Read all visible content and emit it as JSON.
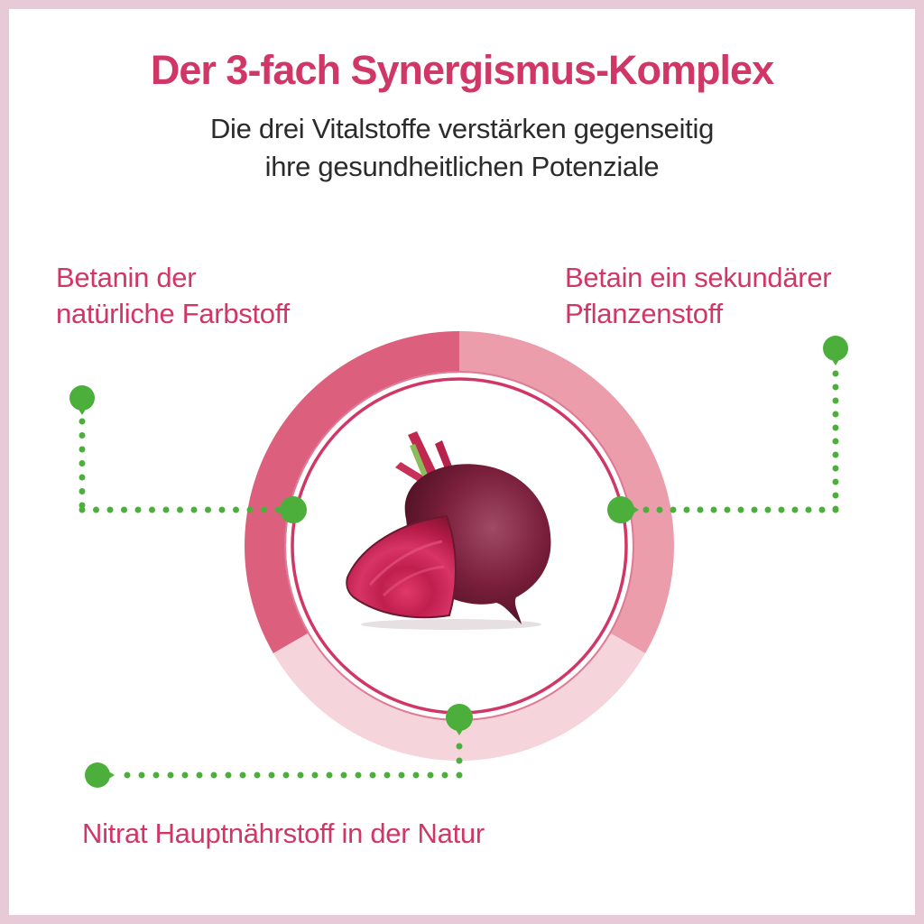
{
  "header": {
    "title": "Der 3-fach Synergismus-Komplex",
    "subtitle_line1": "Die drei Vitalstoffe verstärken gegenseitig",
    "subtitle_line2": "ihre gesundheitlichen Potenziale"
  },
  "labels": {
    "betanin_line1": "Betanin der",
    "betanin_line2": "natürliche Farbstoff",
    "betain_line1": "Betain ein sekundärer",
    "betain_line2": "Pflanzenstoff",
    "nitrat": "Nitrat Hauptnährstoff in der Natur"
  },
  "ring": {
    "segments": [
      {
        "name": "Betanin",
        "color": "#dc5f7e"
      },
      {
        "name": "Betain",
        "color": "#eb9dab"
      },
      {
        "name": "Nitrat",
        "color": "#f6d4db"
      }
    ],
    "inner_line_color": "#d13766"
  },
  "colors": {
    "accent": "#d13766",
    "connector": "#4caf3c",
    "border": "#e8c9d6",
    "text_dark": "#2b2b2b"
  },
  "center_image": "beetroot"
}
